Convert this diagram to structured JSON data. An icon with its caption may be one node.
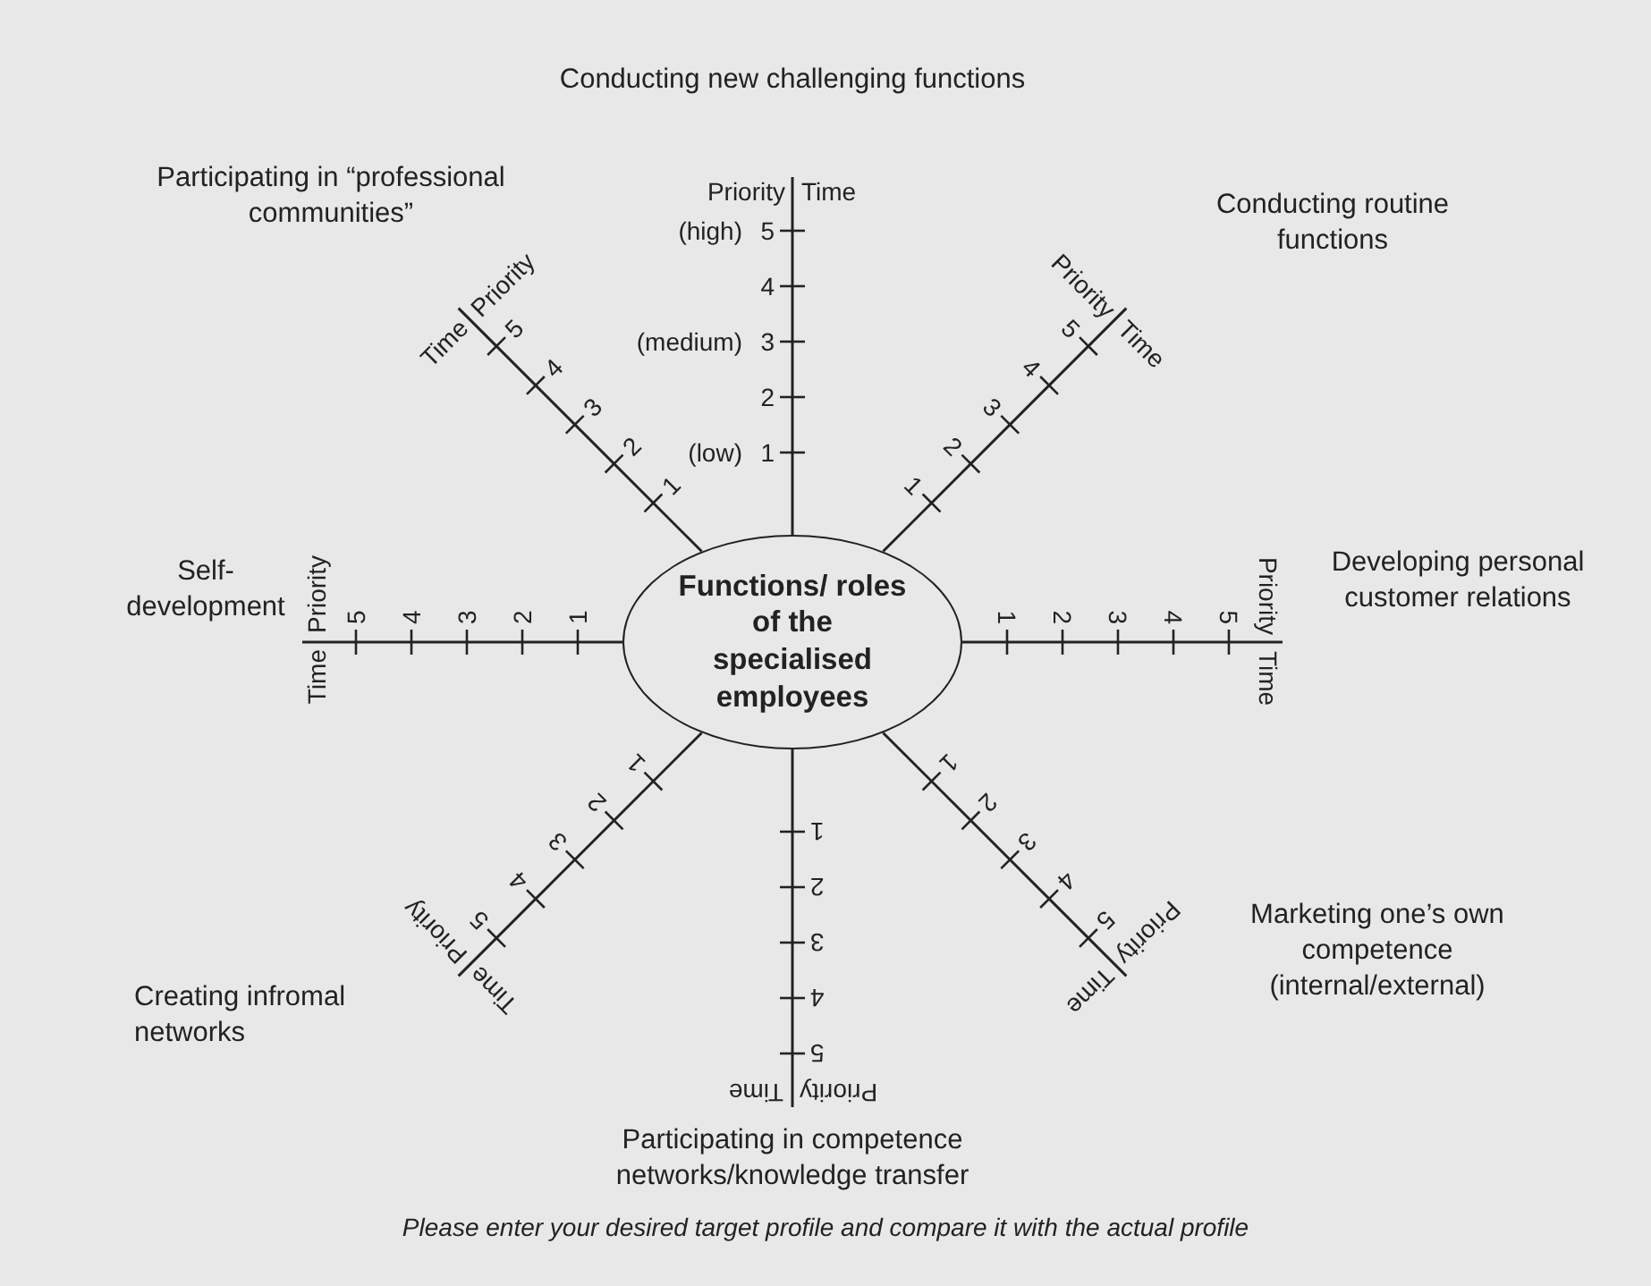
{
  "diagram": {
    "caption": "Please enter your desired target profile and compare it with the actual profile",
    "nodes": [
      {
        "text": [
          "Functions/ roles of the specialised employees"
        ]
      }
    ],
    "labels": [
      "Conducting new challenging functions",
      "Priority",
      "Time",
      "1",
      "2",
      "3",
      "4",
      "5",
      "Conducting routine functions",
      "Priority",
      "Time",
      "1",
      "2",
      "3",
      "4",
      "5",
      "Developing personal customer relations",
      "Priority",
      "Time",
      "1",
      "2",
      "3",
      "4",
      "5",
      "Marketing one’s own competence (internal/external)",
      "Priority",
      "Time",
      "1",
      "2",
      "3",
      "4",
      "5",
      "Participating in competence networks/knowledge transfer",
      "Priority",
      "Time",
      "1",
      "2",
      "3",
      "4",
      "5",
      "Creating infromal networks",
      "Priority",
      "Time",
      "1",
      "2",
      "3",
      "4",
      "5",
      "Self- development",
      "Priority",
      "Time",
      "1",
      "2",
      "3",
      "4",
      "5",
      "Participating in “professional communities”",
      "Priority",
      "Time",
      "1",
      "2",
      "3",
      "4",
      "5",
      "(low)",
      "(medium)",
      "(high)"
    ]
  }
}
